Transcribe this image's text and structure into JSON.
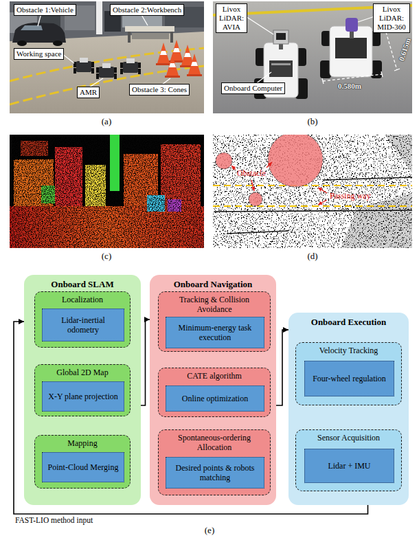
{
  "diagram": {
    "nodes": [
      {
        "text": [
          "Obstacle 1:Vehicle"
        ]
      },
      {
        "text": [
          "Obstacle 2:Workbench"
        ]
      },
      {
        "text": [
          "Working space"
        ]
      },
      {
        "text": [
          "AMR"
        ]
      },
      {
        "text": [
          "Obstacle 3: Cones"
        ]
      },
      {
        "text": [
          "Livox LiDAR: AVIA"
        ]
      },
      {
        "text": [
          "Livox LiDAR: MID-360"
        ]
      },
      {
        "text": [
          "Onboard Computer"
        ]
      },
      {
        "text": [
          "Onboard SLAM"
        ]
      },
      {
        "text": [
          "Localization"
        ],
        "in": 8
      },
      {
        "text": [
          "Lidar-inertial odometry"
        ],
        "in": 9
      },
      {
        "text": [
          "Global 2D Map"
        ],
        "in": 8
      },
      {
        "text": [
          "X-Y plane projection"
        ],
        "in": 11
      },
      {
        "text": [
          "Mapping"
        ],
        "in": 8
      },
      {
        "text": [
          "Point-Cloud Merging"
        ],
        "in": 13
      },
      {
        "text": [
          "Onboard Navigation"
        ]
      },
      {
        "text": [
          "Tracking & Collision Avoidance"
        ],
        "in": 15
      },
      {
        "text": [
          "Minimum-energy task execution"
        ],
        "in": 16
      },
      {
        "text": [
          "CATE algorithm"
        ],
        "in": 15
      },
      {
        "text": [
          "Online optimization"
        ],
        "in": 18
      },
      {
        "text": [
          "Spontaneous-ordering Allocation"
        ],
        "in": 15
      },
      {
        "text": [
          "Desired points & robots matching"
        ],
        "in": 20
      },
      {
        "text": [
          "Onboard Execution"
        ]
      },
      {
        "text": [
          "Velocity Tracking"
        ],
        "in": 22
      },
      {
        "text": [
          "Four-wheel regulation"
        ],
        "in": 23
      },
      {
        "text": [
          "Sensor Acquisition"
        ],
        "in": 22
      },
      {
        "text": [
          "Lidar + IMU"
        ],
        "in": 25
      }
    ],
    "edges": [
      {
        "from": 8,
        "to": 15,
        "arrow": "to"
      },
      {
        "from": 15,
        "to": 22,
        "arrow": "to"
      },
      {
        "from": 22,
        "to": 8,
        "arrow": "to"
      },
      {
        "from": 9,
        "to": 11,
        "arrow": "to"
      },
      {
        "from": 13,
        "to": 11,
        "arrow": "to"
      },
      {
        "from": 16,
        "to": 18,
        "arrow": "to"
      },
      {
        "from": 20,
        "to": 18,
        "arrow": "to"
      }
    ],
    "labels": [
      "0.615m",
      "0.580m",
      "(a)",
      "(b)",
      "Obstacle",
      "Passing way",
      "(c)",
      "(d)",
      "FAST-LIO method input",
      "(e)"
    ]
  }
}
